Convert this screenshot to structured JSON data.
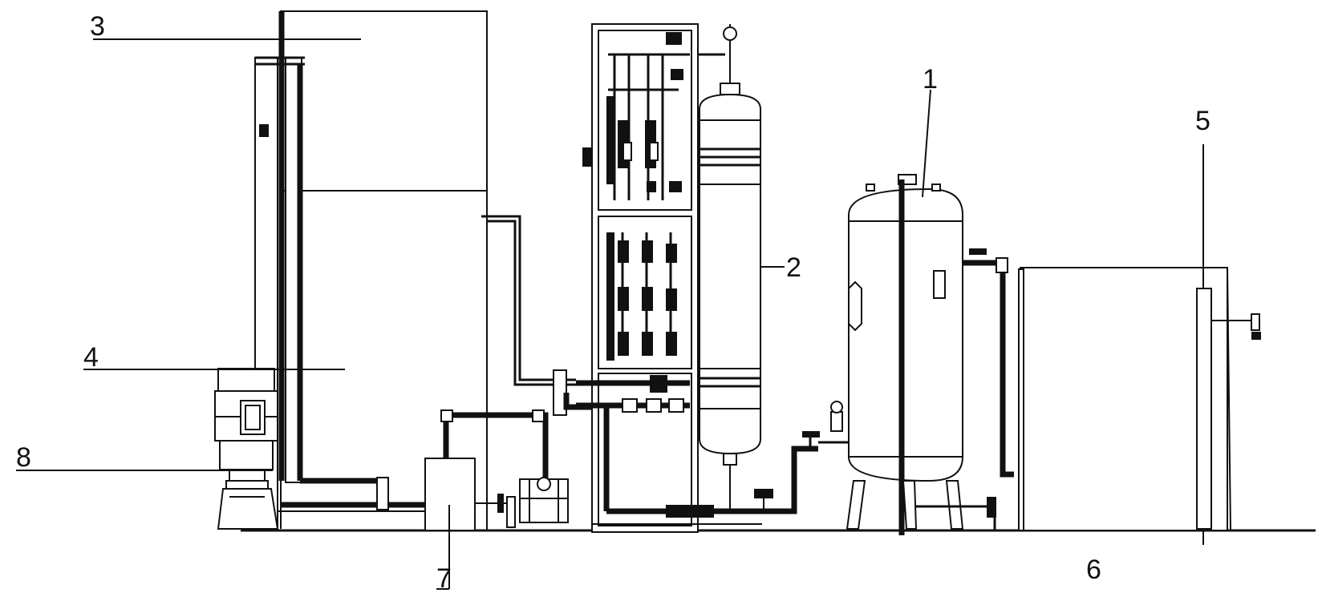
{
  "labels": {
    "l1": "1",
    "l2": "2",
    "l3": "3",
    "l4": "4",
    "l5": "5",
    "l6": "6",
    "l7": "7",
    "l8": "8"
  },
  "colors": {
    "line": "#111111",
    "background": "#ffffff"
  }
}
